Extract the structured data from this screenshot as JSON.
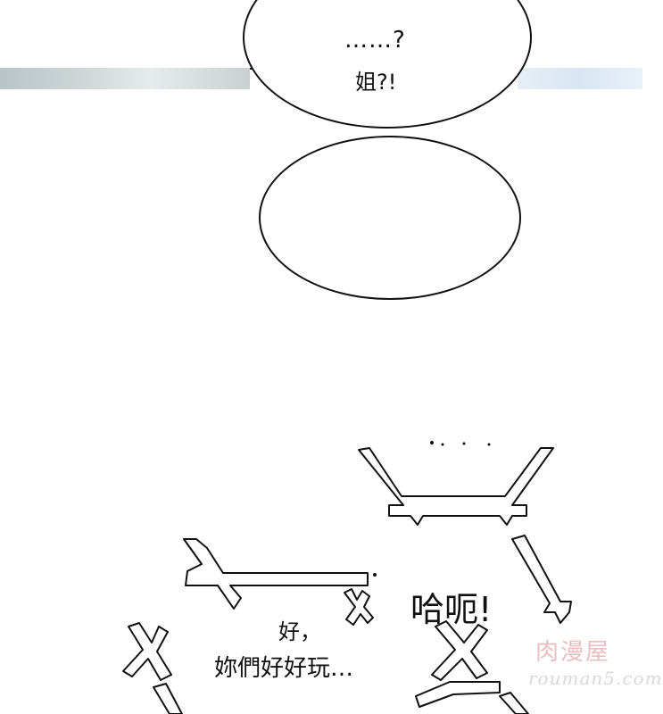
{
  "panel_top": {
    "bubble_line1": "……?",
    "bubble_line2": "姐?!"
  },
  "panel_bottom": {
    "narration_line1": "好，",
    "narration_line2": "妳們好好玩…",
    "exclamation": "哈呃!"
  },
  "watermark": {
    "title": "肉漫屋",
    "url": "rouman5.com"
  },
  "colors": {
    "ink": "#111111",
    "paper": "#ffffff",
    "watermark_pink": "#d98a8a",
    "watermark_gray": "#b9b9c4"
  }
}
